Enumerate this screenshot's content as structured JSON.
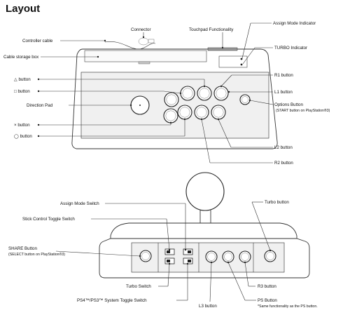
{
  "title": "Layout",
  "top_view": {
    "labels": {
      "connector": "Connector",
      "touchpad": "Touchpad Functionality",
      "assign_indicator": "Assign Mode Indicator",
      "controller_cable": "Controller cable",
      "cable_storage": "Cable storage box",
      "turbo_indicator": "TURBO Indicator",
      "triangle": "△ button",
      "square": "□ button",
      "r1": "R1 button",
      "l1": "L1 button",
      "direction_pad": "Direction Pad",
      "options": "Options Button",
      "options_sub": "(START button on PlayStation®3)",
      "cross": "× button",
      "circle": "◯ button",
      "l2": "L2 button",
      "r2": "R2 button"
    }
  },
  "side_view": {
    "labels": {
      "assign_switch": "Assign Mode Switch",
      "turbo_button": "Turbo button",
      "stick_toggle": "Stick Control Toggle Switch",
      "share": "SHARE Button",
      "share_sub": "(SELECT button on PlayStation®3)",
      "turbo_switch": "Turbo Switch",
      "r3": "R3 button",
      "system_toggle": "PS4™/PS3™ System Toggle Switch",
      "l3": "L3 button",
      "ps": "PS Button",
      "ps_sub": "*Same functionality as the PS button."
    }
  }
}
